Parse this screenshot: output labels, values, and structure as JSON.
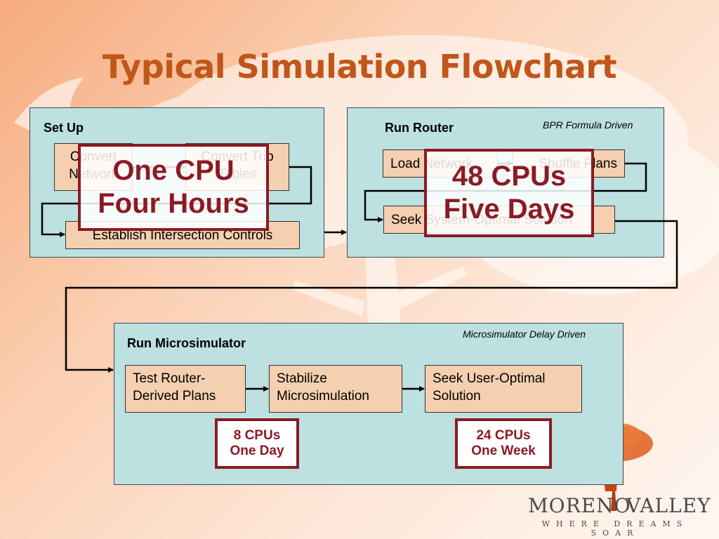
{
  "slide": {
    "title": "Typical Simulation Flowchart"
  },
  "setup": {
    "title": "Set Up",
    "convert_network": "Convert Network",
    "convert_trip_tables": "Convert Trip Tables",
    "establish_controls": "Establish Intersection Controls",
    "stat_line1": "One CPU",
    "stat_line2": "Four Hours"
  },
  "router": {
    "title": "Run Router",
    "note": "BPR Formula Driven",
    "load_network": "Load Network",
    "shuffle_plans": "Shuffle Plans",
    "seek_system_optimal": "Seek System-Optimal Solution",
    "stat_line1": "48 CPUs",
    "stat_line2": "Five Days"
  },
  "microsim": {
    "title": "Run Microsimulator",
    "note": "Microsimulator Delay Driven",
    "test_router": "Test Router-Derived Plans",
    "stabilize": "Stabilize Microsimulation",
    "seek_user_optimal": "Seek User-Optimal Solution",
    "stat_a_line1": "8 CPUs",
    "stat_a_line2": "One Day",
    "stat_b_line1": "24 CPUs",
    "stat_b_line2": "One Week"
  },
  "logo": {
    "word_left": "MORENO",
    "word_right": "VALLEY",
    "tagline": "WHERE DREAMS SOAR"
  },
  "colors": {
    "title": "#c0561a",
    "panel_fill": "#bde0e0",
    "box_fill": "#f4d0b0",
    "stat_border": "#8b1a24"
  }
}
